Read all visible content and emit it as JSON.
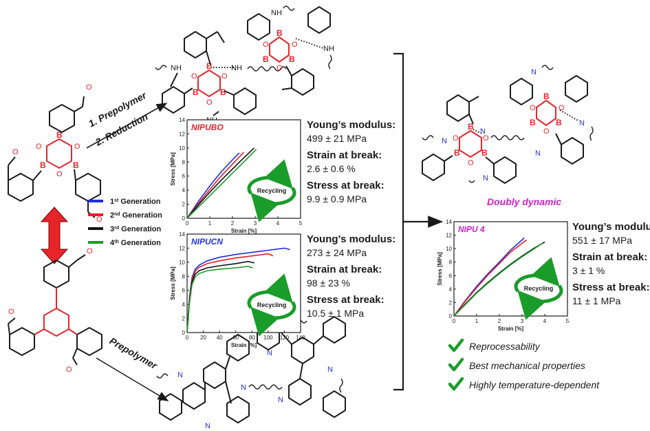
{
  "steps": {
    "step1": "1. Prepolymer",
    "step2": "2. Reduction",
    "step3": "Prepolymer"
  },
  "legend": [
    {
      "sup": "st",
      "label": " Generation",
      "num": "1",
      "color": "#1f2de0"
    },
    {
      "sup": "nd",
      "label": " Generation",
      "num": "2",
      "color": "#e81c24"
    },
    {
      "sup": "rd",
      "label": " Generation",
      "num": "3",
      "color": "#111111"
    },
    {
      "sup": "th",
      "label": " Generation",
      "num": "4",
      "color": "#1a9c2a"
    }
  ],
  "recycling_label": "Recycling",
  "doubly_dynamic": "Doubly dynamic",
  "features": [
    "Reprocessability",
    "Best mechanical properties",
    "Highly temperature-dependent"
  ],
  "colors": {
    "red": "#e8242b",
    "blue": "#2233dd",
    "magenta": "#cc22cc",
    "green": "#1a9c2a"
  },
  "icons": [
    "check-icon",
    "double-arrow-icon",
    "recycle-icon",
    "bracket-arrow-icon"
  ],
  "chart_data": [
    {
      "type": "line",
      "title": "NIPUBO",
      "title_color": "#e8242b",
      "xlabel": "Strain [%]",
      "ylabel": "Stress [MPa]",
      "xlim": [
        0,
        5
      ],
      "ylim": [
        0,
        14
      ],
      "xticks": [
        0,
        1,
        2,
        3,
        4,
        5
      ],
      "yticks": [
        0,
        2,
        4,
        6,
        8,
        10,
        12,
        14
      ],
      "series": [
        {
          "color": "#1f2de0",
          "x": [
            0,
            0.5,
            1,
            1.5,
            2,
            2.3
          ],
          "y": [
            0,
            2.4,
            4.6,
            6.6,
            8.3,
            9.3
          ]
        },
        {
          "color": "#e81c24",
          "x": [
            0,
            0.5,
            1,
            1.5,
            2,
            2.5
          ],
          "y": [
            0,
            2.1,
            4.1,
            6,
            7.7,
            9.4
          ]
        },
        {
          "color": "#111111",
          "x": [
            0,
            0.5,
            1,
            1.5,
            2,
            2.5,
            2.95
          ],
          "y": [
            0,
            1.9,
            3.7,
            5.4,
            7,
            8.6,
            10
          ]
        },
        {
          "color": "#1a9c2a",
          "x": [
            0,
            0.5,
            1,
            1.5,
            2,
            2.5,
            3.05
          ],
          "y": [
            0,
            1.6,
            3.2,
            4.8,
            6.4,
            8,
            9.8
          ]
        }
      ],
      "props": {
        "h1": "Young’s modulus:",
        "v1": "499 ± 21 MPa",
        "h2": "Strain at break:",
        "v2": "2.6 ± 0.6 %",
        "h3": "Stress at break:",
        "v3": "9.9 ± 0.9 MPa"
      }
    },
    {
      "type": "line",
      "title": "NIPUCN",
      "title_color": "#2233dd",
      "xlabel": "Strain [%]",
      "ylabel": "Stress [MPa]",
      "xlim": [
        0,
        140
      ],
      "ylim": [
        0,
        14
      ],
      "xticks": [
        0,
        20,
        40,
        60,
        80,
        100,
        120,
        140
      ],
      "yticks": [
        0,
        2,
        4,
        6,
        8,
        10,
        12,
        14
      ],
      "series": [
        {
          "color": "#1f2de0",
          "x": [
            0,
            3,
            6,
            10,
            15,
            25,
            40,
            60,
            80,
            100,
            120,
            127
          ],
          "y": [
            0,
            5,
            7.8,
            9,
            9.6,
            10.2,
            10.7,
            11.1,
            11.4,
            11.7,
            12,
            11.8
          ]
        },
        {
          "color": "#e81c24",
          "x": [
            0,
            3,
            6,
            10,
            15,
            25,
            40,
            60,
            80,
            100,
            106
          ],
          "y": [
            0,
            4.8,
            7.5,
            8.7,
            9.3,
            9.8,
            10.2,
            10.6,
            10.9,
            11.2,
            10.9
          ]
        },
        {
          "color": "#111111",
          "x": [
            0,
            3,
            6,
            10,
            15,
            25,
            40,
            60,
            75,
            83
          ],
          "y": [
            0,
            4.5,
            7.2,
            8.3,
            8.8,
            9.2,
            9.5,
            9.8,
            10.1,
            9.9
          ]
        },
        {
          "color": "#1a9c2a",
          "x": [
            0,
            3,
            6,
            10,
            15,
            25,
            40,
            60,
            75,
            81
          ],
          "y": [
            0,
            4.2,
            6.8,
            7.9,
            8.4,
            8.8,
            9,
            9.2,
            9.4,
            9.2
          ]
        }
      ],
      "props": {
        "h1": "Young’s modulus:",
        "v1": "273 ± 24 MPa",
        "h2": "Strain at break:",
        "v2": "98 ± 23 %",
        "h3": "Stress at break:",
        "v3": "10.5 ± 1 MPa"
      }
    },
    {
      "type": "line",
      "title": "NIPU 4",
      "title_color": "#cc22cc",
      "xlabel": "Strain [%]",
      "ylabel": "Stress [MPa]",
      "xlim": [
        0,
        5
      ],
      "ylim": [
        0,
        14
      ],
      "xticks": [
        0,
        1,
        2,
        3,
        4,
        5
      ],
      "yticks": [
        0,
        2,
        4,
        6,
        8,
        10,
        12,
        14
      ],
      "series": [
        {
          "color": "#1f2de0",
          "x": [
            0,
            0.5,
            1,
            1.5,
            2,
            2.5,
            3.1
          ],
          "y": [
            0,
            2.3,
            4.4,
            6.3,
            8,
            9.8,
            11.6
          ]
        },
        {
          "color": "#e81c24",
          "x": [
            0,
            0.5,
            1,
            1.5,
            2,
            2.5,
            3.2
          ],
          "y": [
            0,
            2.2,
            4.2,
            6.1,
            7.8,
            9.5,
            11.3
          ]
        },
        {
          "color": "#111111",
          "x": [
            0,
            0.5,
            1,
            1.5,
            2,
            2.5,
            3,
            3.5,
            4
          ],
          "y": [
            0,
            1.8,
            3.5,
            5,
            6.4,
            7.7,
            8.9,
            10,
            11
          ]
        },
        {
          "color": "#1a9c2a",
          "x": [
            0,
            0.5,
            1,
            1.5,
            2,
            2.5,
            3,
            3.5,
            3.9
          ],
          "y": [
            0,
            1.7,
            3.4,
            4.9,
            6.3,
            7.6,
            8.8,
            9.9,
            10.8
          ]
        }
      ],
      "props": {
        "h1": "Young’s modulus:",
        "v1": "551 ± 17 MPa",
        "h2": "Strain at break:",
        "v2": "3 ± 1 %",
        "h3": "Stress at break:",
        "v3": "11 ± 1 MPa"
      }
    }
  ]
}
